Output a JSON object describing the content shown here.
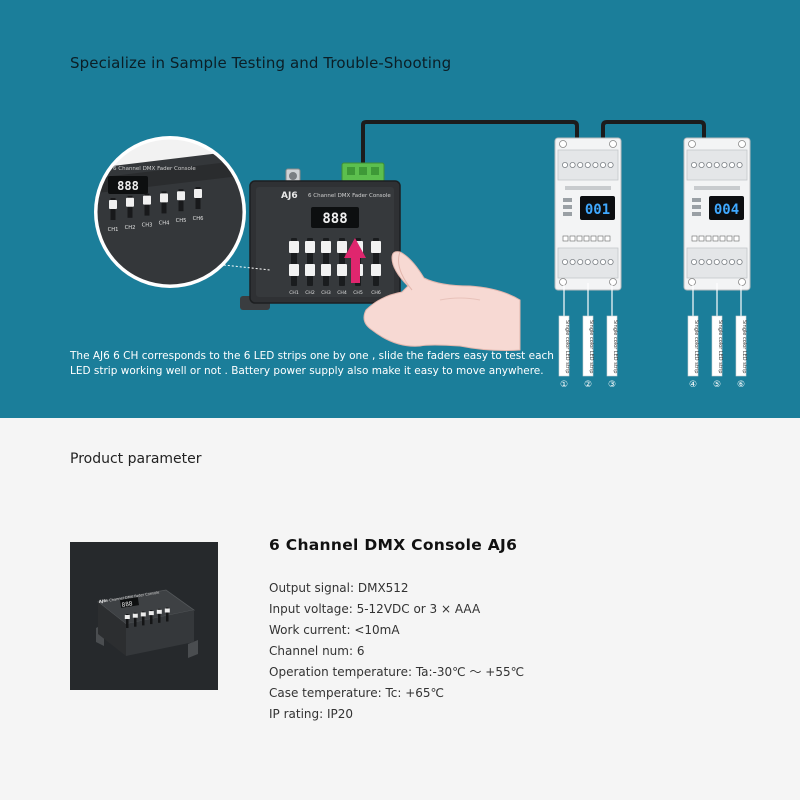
{
  "banner": {
    "heading": "Specialize in Sample Testing and Trouble-Shooting",
    "description": "The AJ6 6 CH corresponds to the 6 LED strips one by one , slide the faders easy to test each LED strip working well or not .  Battery power supply also make it easy to move anywhere.",
    "console": {
      "model": "AJ6",
      "label": "6 Channel DMX Fader Console",
      "display": "888",
      "channels": [
        "CH1",
        "CH2",
        "CH3",
        "CH4",
        "CH5",
        "CH6"
      ]
    },
    "zoom": {
      "label": "6 Channel DMX Fader Console",
      "display": "888",
      "channels": [
        "CH1",
        "CH2",
        "CH3",
        "CH4",
        "CH5",
        "CH6"
      ]
    },
    "decoders": [
      {
        "display": "001",
        "strips": [
          {
            "label": "Single color LED strip",
            "number": "①"
          },
          {
            "label": "Single color LED strip",
            "number": "②"
          },
          {
            "label": "Single color LED strip",
            "number": "③"
          }
        ]
      },
      {
        "display": "004",
        "strips": [
          {
            "label": "Single color LED strip",
            "number": "④"
          },
          {
            "label": "Single color LED strip",
            "number": "⑤"
          },
          {
            "label": "Single color LED strip",
            "number": "⑥"
          }
        ]
      }
    ],
    "colors": {
      "background": "#1b7e9a",
      "connector": "#5cbf4e",
      "display": "#3fa8ff",
      "arrow": "#e0266e"
    }
  },
  "product": {
    "section_heading": "Product parameter",
    "title": "6 Channel DMX Console AJ6",
    "specs": [
      "Output signal: DMX512",
      "Input voltage: 5-12VDC or 3 × AAA",
      "Work current: <10mA",
      "Channel num: 6",
      "Operation temperature: Ta:-30℃ ～ +55℃",
      "Case temperature: Tc: +65℃",
      "IP rating: IP20"
    ],
    "photo": {
      "model": "AJ6",
      "label": "6 Channel DMX Fader Console",
      "display": "888"
    }
  }
}
